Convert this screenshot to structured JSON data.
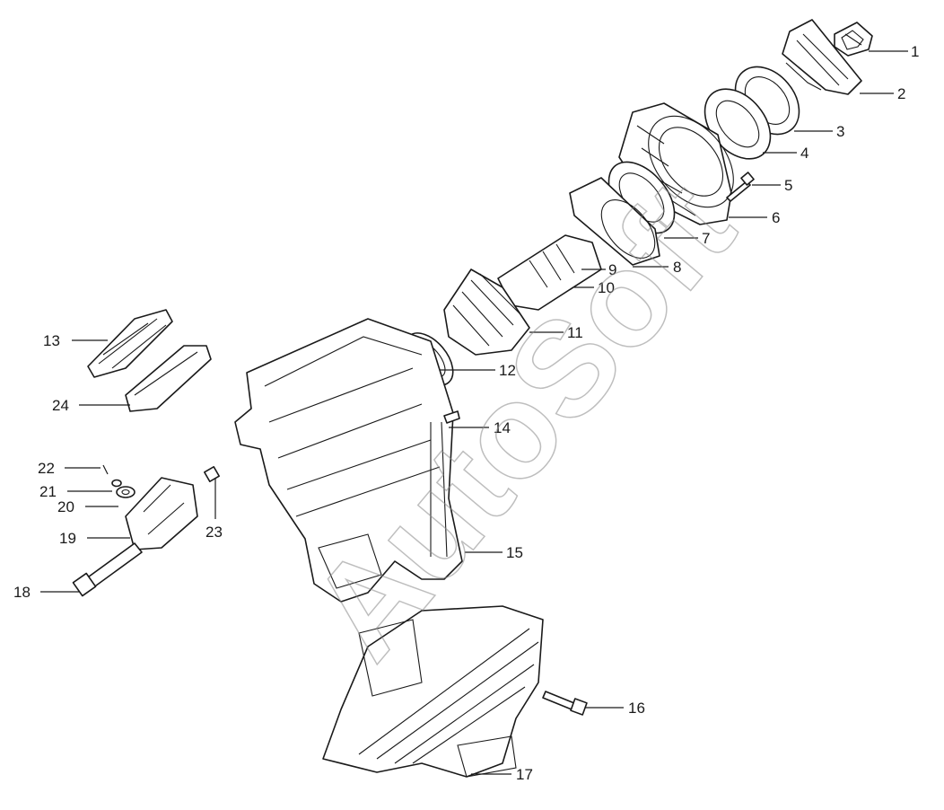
{
  "watermark": "AutoSoft",
  "callouts": [
    {
      "id": "1",
      "label": "1"
    },
    {
      "id": "2",
      "label": "2"
    },
    {
      "id": "3",
      "label": "3"
    },
    {
      "id": "4",
      "label": "4"
    },
    {
      "id": "5",
      "label": "5"
    },
    {
      "id": "6",
      "label": "6"
    },
    {
      "id": "7",
      "label": "7"
    },
    {
      "id": "8",
      "label": "8"
    },
    {
      "id": "9",
      "label": "9"
    },
    {
      "id": "10",
      "label": "10"
    },
    {
      "id": "11",
      "label": "11"
    },
    {
      "id": "12",
      "label": "12"
    },
    {
      "id": "13",
      "label": "13"
    },
    {
      "id": "14",
      "label": "14"
    },
    {
      "id": "15",
      "label": "15"
    },
    {
      "id": "16",
      "label": "16"
    },
    {
      "id": "17",
      "label": "17"
    },
    {
      "id": "18",
      "label": "18"
    },
    {
      "id": "19",
      "label": "19"
    },
    {
      "id": "20",
      "label": "20"
    },
    {
      "id": "21",
      "label": "21"
    },
    {
      "id": "22",
      "label": "22"
    },
    {
      "id": "23",
      "label": "23"
    },
    {
      "id": "24",
      "label": "24"
    }
  ]
}
